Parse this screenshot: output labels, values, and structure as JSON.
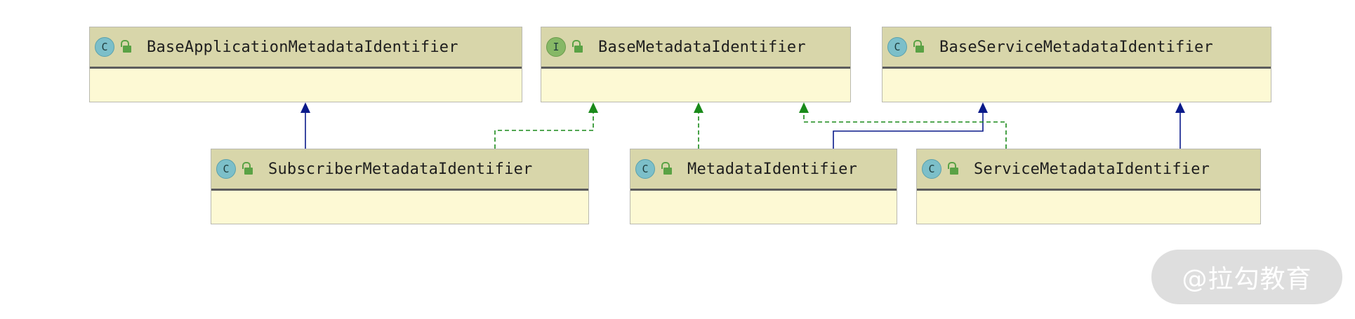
{
  "diagram": {
    "classes": {
      "base_application": {
        "name": "BaseApplicationMetadataIdentifier",
        "kind": "C",
        "kind_type": "class"
      },
      "base_metadata": {
        "name": "BaseMetadataIdentifier",
        "kind": "I",
        "kind_type": "interface"
      },
      "base_service": {
        "name": "BaseServiceMetadataIdentifier",
        "kind": "C",
        "kind_type": "class"
      },
      "subscriber": {
        "name": "SubscriberMetadataIdentifier",
        "kind": "C",
        "kind_type": "class"
      },
      "metadata": {
        "name": "MetadataIdentifier",
        "kind": "C",
        "kind_type": "class"
      },
      "service": {
        "name": "ServiceMetadataIdentifier",
        "kind": "C",
        "kind_type": "class"
      }
    },
    "relations": [
      {
        "from": "SubscriberMetadataIdentifier",
        "to": "BaseApplicationMetadataIdentifier",
        "type": "extends"
      },
      {
        "from": "SubscriberMetadataIdentifier",
        "to": "BaseMetadataIdentifier",
        "type": "implements"
      },
      {
        "from": "MetadataIdentifier",
        "to": "BaseMetadataIdentifier",
        "type": "implements"
      },
      {
        "from": "MetadataIdentifier",
        "to": "BaseServiceMetadataIdentifier",
        "type": "extends"
      },
      {
        "from": "ServiceMetadataIdentifier",
        "to": "BaseMetadataIdentifier",
        "type": "implements"
      },
      {
        "from": "ServiceMetadataIdentifier",
        "to": "BaseServiceMetadataIdentifier",
        "type": "extends"
      }
    ],
    "colors": {
      "header": "#d8d6aa",
      "body": "#fdf9d4",
      "extends_edge": "#0a1a8a",
      "implements_edge": "#1a8a1a",
      "class_badge": "#7cbfc9",
      "interface_badge": "#86b866",
      "visibility_icon": "#5aa245"
    }
  },
  "watermark": {
    "text": "@拉勾教育"
  }
}
